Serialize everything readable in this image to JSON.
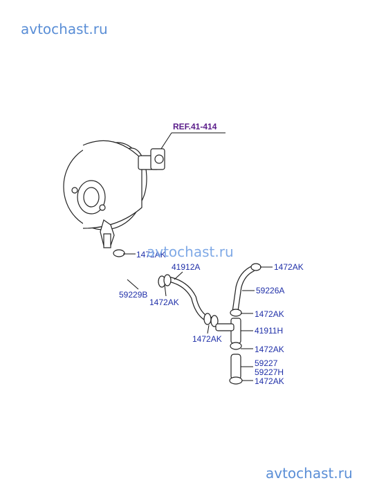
{
  "watermarks": {
    "top": "avtochast.ru",
    "middle": "avtochast.ru",
    "bottom": "avtochast.ru"
  },
  "colors": {
    "label": "#1f2fa8",
    "ref": "#5a1c8a",
    "watermark": "#5a8ed6",
    "line": "#111111"
  },
  "labels": {
    "ref": "REF.41-414",
    "clamp_a": "1472AK",
    "hose_b": "41912A",
    "hose_c": "59229B",
    "clamp_b": "1472AK",
    "clamp_c": "1472AK",
    "clamp_d": "1472AK",
    "hose_d": "59226A",
    "clamp_e": "1472AK",
    "joint": "41911H",
    "clamp_f": "1472AK",
    "hose_e1": "59227",
    "hose_e2": "59227H",
    "clamp_g": "1472AK"
  }
}
